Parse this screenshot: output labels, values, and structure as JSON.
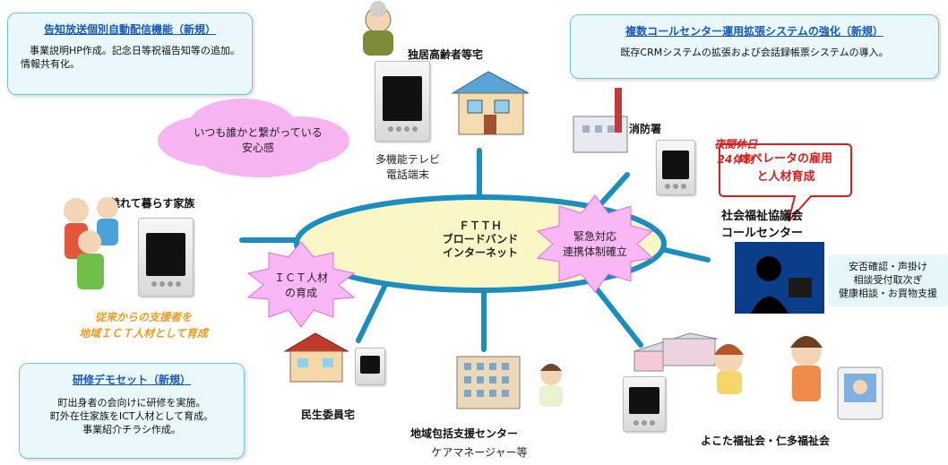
{
  "boxes": {
    "announce": {
      "title": "告知放送個別自動配信機能（新規）",
      "body": [
        "事業説明HP作成。記念日等祝福告知等の追加。",
        "情報共有化。"
      ]
    },
    "callcenter_sys": {
      "title": "複数コールセンター運用拡張システムの強化（新規）",
      "body": [
        "既存CRMシステムの拡張および会話録帳票システムの導入。"
      ]
    },
    "training": {
      "title": "研修デモセット（新規）",
      "body": [
        "町出身者の会向けに研修を実施。",
        "町外在住家族をICT人材として育成。",
        "事業紹介チラシ作成。"
      ]
    },
    "support_services": {
      "lines": [
        "安否確認・声掛け",
        "相談受付取次ぎ",
        "健康相談・お買物支援"
      ]
    }
  },
  "network": {
    "lines": [
      "ＦＴＴＨ",
      "ブロードバンド",
      "インターネット"
    ]
  },
  "nodes": {
    "elderly": "独居高齢者等宅",
    "device_caption": [
      "多機能テレビ",
      "電話端末"
    ],
    "fire": "消防署",
    "family": "離れて暮らす家族",
    "council": [
      "社会福祉協議会",
      "コールセンター"
    ],
    "minsei": "民生委員宅",
    "chiiki": "地域包括支援センター",
    "care_manager": "ケアマネージャー等",
    "yokota": "よこた福祉会・仁多福祉会"
  },
  "callouts": {
    "reassurance": [
      "いつも誰かと繋がっている",
      "安心感"
    ],
    "emergency": [
      "緊急対応",
      "連携体制確立"
    ],
    "ict": [
      "ＩＣＴ人材",
      "の育成"
    ],
    "operator": [
      "オペレータの雇用",
      "と人材育成"
    ],
    "night": [
      "夜間休日",
      "24体制"
    ],
    "supporters": [
      "従来からの支援者を",
      "地域ＩＣＴ人材として育成"
    ]
  },
  "colors": {
    "accent_blue": "#1a8fbf",
    "cloud_pink": "#f6b4f0",
    "ellipse_yellow": "#fbf6c5",
    "red": "#e01c1c",
    "orange": "#f39a1d"
  }
}
